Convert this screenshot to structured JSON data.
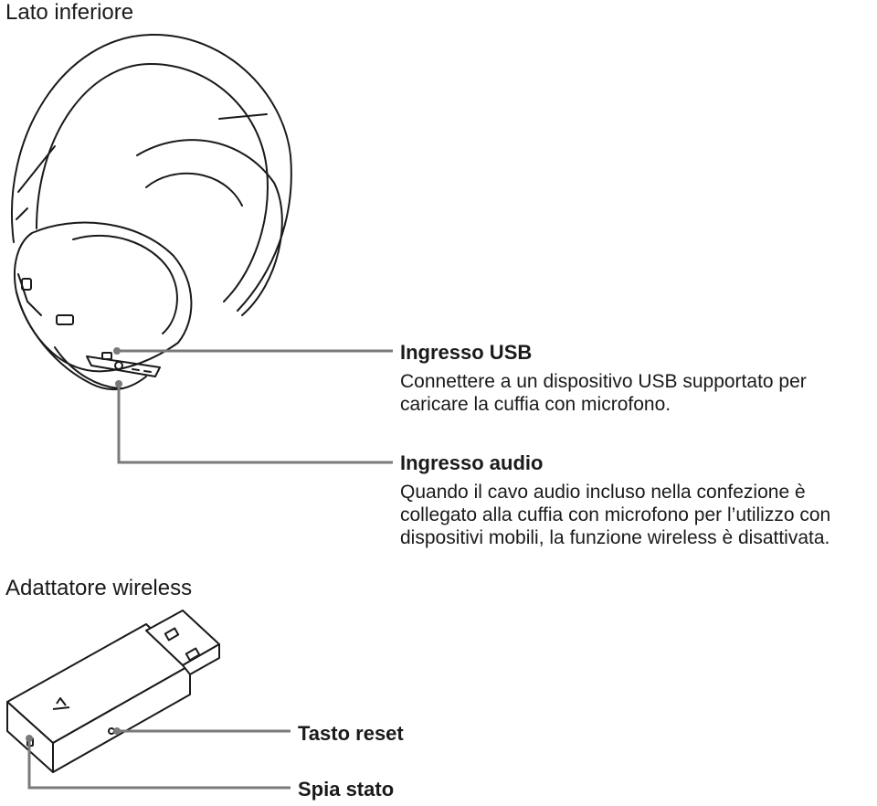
{
  "sections": {
    "headset_title": "Lato inferiore",
    "adapter_title": "Adattatore wireless"
  },
  "callouts": {
    "usb": {
      "title": "Ingresso USB",
      "lines": [
        "Connettere a un dispositivo USB supportato per",
        "caricare la cuffia con microfono."
      ]
    },
    "audio": {
      "title": "Ingresso audio",
      "lines": [
        "Quando il cavo audio incluso nella confezione è",
        "collegato alla cuffia con microfono per l’utilizzo con",
        "dispositivi mobili, la funzione wireless è disattivata."
      ]
    },
    "reset": {
      "title": "Tasto reset"
    },
    "status": {
      "title": "Spia stato"
    }
  },
  "colors": {
    "line_art": "#1a1a1a",
    "leader": "#7a7a7a"
  }
}
